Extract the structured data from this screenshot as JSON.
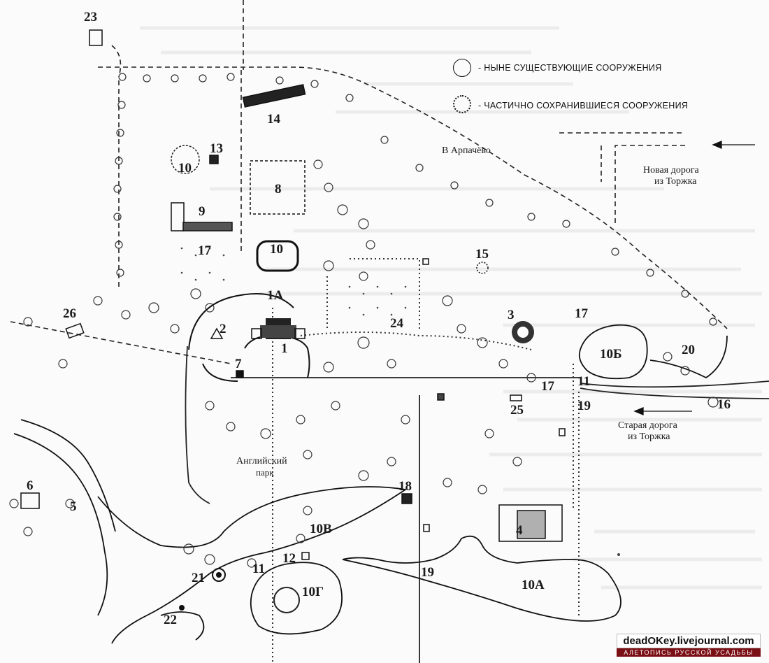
{
  "legend": {
    "existing": "- НЫНЕ СУЩЕСТВУЮЩИЕ СООРУЖЕНИЯ",
    "partial": "- ЧАСТИЧНО СОХРАНИВШИЕСЯ СООРУЖЕНИЯ"
  },
  "places": {
    "arpachevo": "В Арпачёво",
    "new_road": "Новая дорога",
    "new_road_2": "из Торжка",
    "old_road": "Старая дорога",
    "old_road_2": "из Торжка",
    "park": "Английский",
    "park_2": "парк"
  },
  "numbers": [
    "23",
    "14",
    "13",
    "10",
    "8",
    "9",
    "17",
    "10",
    "1А",
    "15",
    "3",
    "17",
    "10Б",
    "20",
    "26",
    "2",
    "24",
    "1",
    "7",
    "11",
    "19",
    "16",
    "17",
    "25",
    "6",
    "5",
    "18",
    "4",
    "10В",
    "21",
    "11",
    "12",
    "10Г",
    "19",
    "10А",
    "22"
  ],
  "credit": {
    "site": "deadOKey.livejournal.com",
    "tagline": "АЛЕТОПИСЬ РУССКОЙ УСАДЬБЫ"
  }
}
